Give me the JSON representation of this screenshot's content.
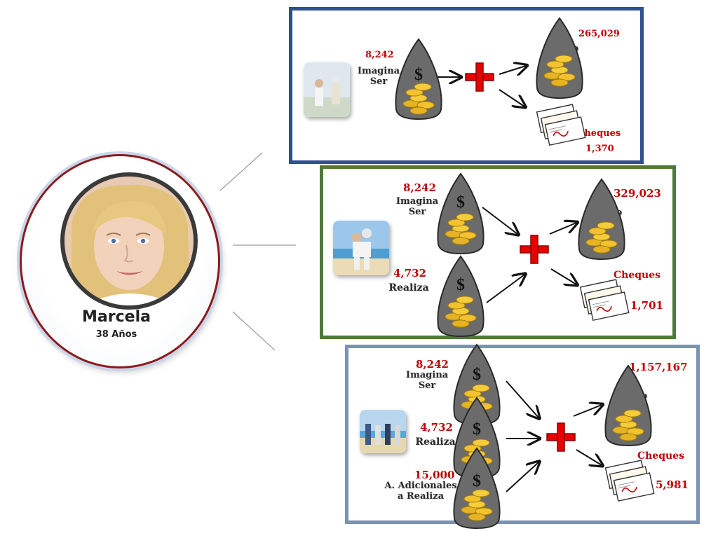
{
  "profile": {
    "name": "Marcela",
    "age": "38 Años"
  },
  "panel1": {
    "inputs": [
      {
        "value": "8,242",
        "label_line1": "Imagina",
        "label_line2": "Ser"
      }
    ],
    "fund_label": "Fondo",
    "fund_value": "265,029",
    "cheques_label": "Cheques",
    "cheques_value": "1,370"
  },
  "panel2": {
    "inputs": [
      {
        "value": "8,242",
        "label_line1": "Imagina",
        "label_line2": "Ser"
      },
      {
        "value": "4,732",
        "label_line1": "Realiza"
      }
    ],
    "fund_label": "Fondo",
    "fund_value": "329,023",
    "cheques_label": "Cheques",
    "cheques_value": "1,701"
  },
  "panel3": {
    "inputs": [
      {
        "value": "8,242",
        "label_line1": "Imagina",
        "label_line2": "Ser"
      },
      {
        "value": "4,732",
        "label_line1": "Realiza"
      },
      {
        "value": "15,000",
        "label_line1": "A. Adicionales",
        "label_line2": "a Realiza"
      }
    ],
    "fund_label": "Fondo",
    "fund_value": "1,157,167",
    "cheques_label": "Cheques",
    "cheques_value": "5,981"
  },
  "icons": {
    "bag": "money-bag-icon",
    "plus": "plus-icon",
    "cheque": "cheque-icon",
    "coins": "coins-icon"
  },
  "colors": {
    "accent_red": "#c00000",
    "panel1_border": "#2f4f8f",
    "panel2_border": "#4e7a35",
    "panel3_border": "#7b93b3"
  }
}
